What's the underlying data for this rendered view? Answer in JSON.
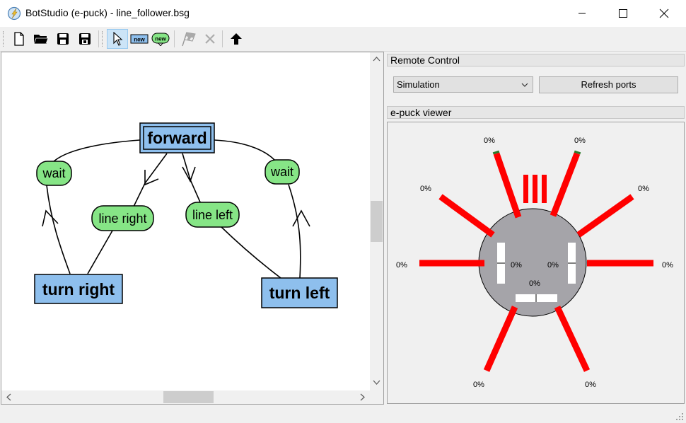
{
  "window": {
    "title": "BotStudio (e-puck) - line_follower.bsg"
  },
  "graph": {
    "states": {
      "forward": "forward",
      "turn_right": "turn right",
      "turn_left": "turn left"
    },
    "conditions": {
      "wait_left": "wait",
      "wait_right": "wait",
      "line_right": "line right",
      "line_left": "line left"
    }
  },
  "toolbar": {
    "new_state_label": "new",
    "new_condition_label": "new"
  },
  "remote": {
    "header": "Remote Control",
    "port_selected": "Simulation",
    "refresh_label": "Refresh ports"
  },
  "viewer": {
    "header": "e-puck viewer",
    "sensors": [
      "0%",
      "0%",
      "0%",
      "0%",
      "0%",
      "0%",
      "0%",
      "0%"
    ],
    "ground": {
      "left": "0%",
      "center": "0%",
      "right": "0%"
    }
  },
  "colors": {
    "state_fill": "#8ebfed",
    "condition_fill": "#86e586",
    "sensor_bar": "#ff0000",
    "robot_body": "#a5a4a9"
  }
}
